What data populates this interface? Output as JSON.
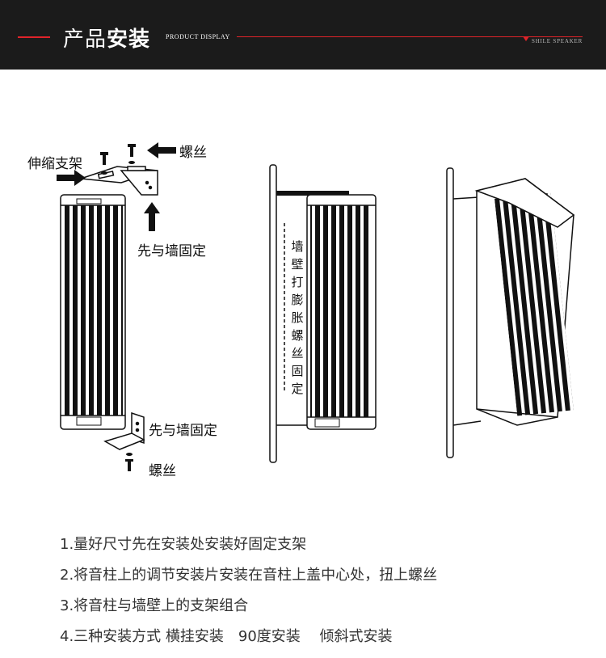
{
  "header": {
    "title_light": "产品",
    "title_bold": "安装",
    "subtitle": "PRODUCT DISPLAY",
    "brand": "SHILE SPEAKER",
    "accent_color": "#e0232a",
    "background_color": "#1b1b1b"
  },
  "diagram": {
    "label_bracket": "伸缩支架",
    "label_screw_top": "螺丝",
    "label_fix_top": "先与墙固定",
    "label_fix_bottom": "先与墙固定",
    "label_screw_bottom": "螺丝",
    "label_wall": "墙壁打膨胀螺丝固定"
  },
  "steps": [
    "1.量好尺寸先在安装处安装好固定支架",
    "2.将音柱上的调节安装片安装在音柱上盖中心处，扭上螺丝",
    "3.将音柱与墙壁上的支架组合",
    "4.三种安装方式 横挂安装　90度安装　 倾斜式安装"
  ]
}
